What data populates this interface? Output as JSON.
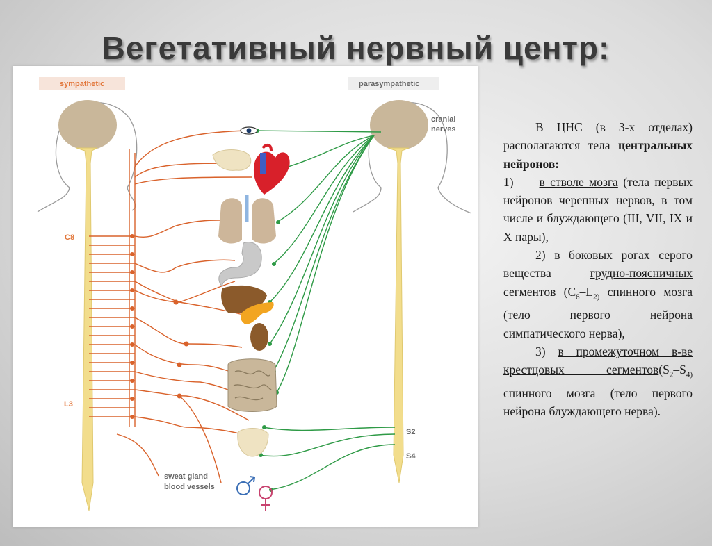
{
  "title": "Вегетативный нервный центр:",
  "figure": {
    "sympathetic_label": "sympathetic",
    "parasympathetic_label": "parasympathetic",
    "cranial_nerves_label_1": "cranial",
    "cranial_nerves_label_2": "nerves",
    "c8_label": "C8",
    "l3_label": "L3",
    "s2_label": "S2",
    "s4_label": "S4",
    "sweat_gland_label": "sweat gland",
    "blood_vessels_label": "blood vessels",
    "colors": {
      "sympathetic_nerve": "#d9622b",
      "parasympathetic_nerve": "#2e9a46",
      "spinal_cord": "#f2dd8c",
      "brain": "#c9b79a",
      "label_box": "#f7e4da"
    }
  },
  "text": {
    "intro_1": "В ЦНС (в 3-х отделах) располагаются тела",
    "intro_bold": "центральных нейронов:",
    "item1_num": "1)",
    "item1_u": "в стволе мозга",
    "item1_rest": "(тела первых нейронов черепных нервов, в том числе и блуждающего (III, VII, IX и X пары),",
    "item2_num": "2)",
    "item2_u1": "в боковых рогах",
    "item2_mid": "серого вещества",
    "item2_u2": "грудно-поясничных сегментов",
    "item2_seg_open": "(C",
    "item2_seg_sub1": "8",
    "item2_seg_dash": "–",
    "item2_seg_L": "L",
    "item2_seg_sub2": "2)",
    "item2_rest": "спинного мозга (тело первого нейрона симпатического нерва),",
    "item3_num": "3)",
    "item3_u": "в промежуточном в-ве крестцовых сегментов",
    "item3_seg_S": "(S",
    "item3_seg_sub1": "2",
    "item3_seg_dash": "–S",
    "item3_seg_sub2": "4)",
    "item3_rest": "спинного мозга (тело первого нейрона блуждающего нерва)."
  }
}
